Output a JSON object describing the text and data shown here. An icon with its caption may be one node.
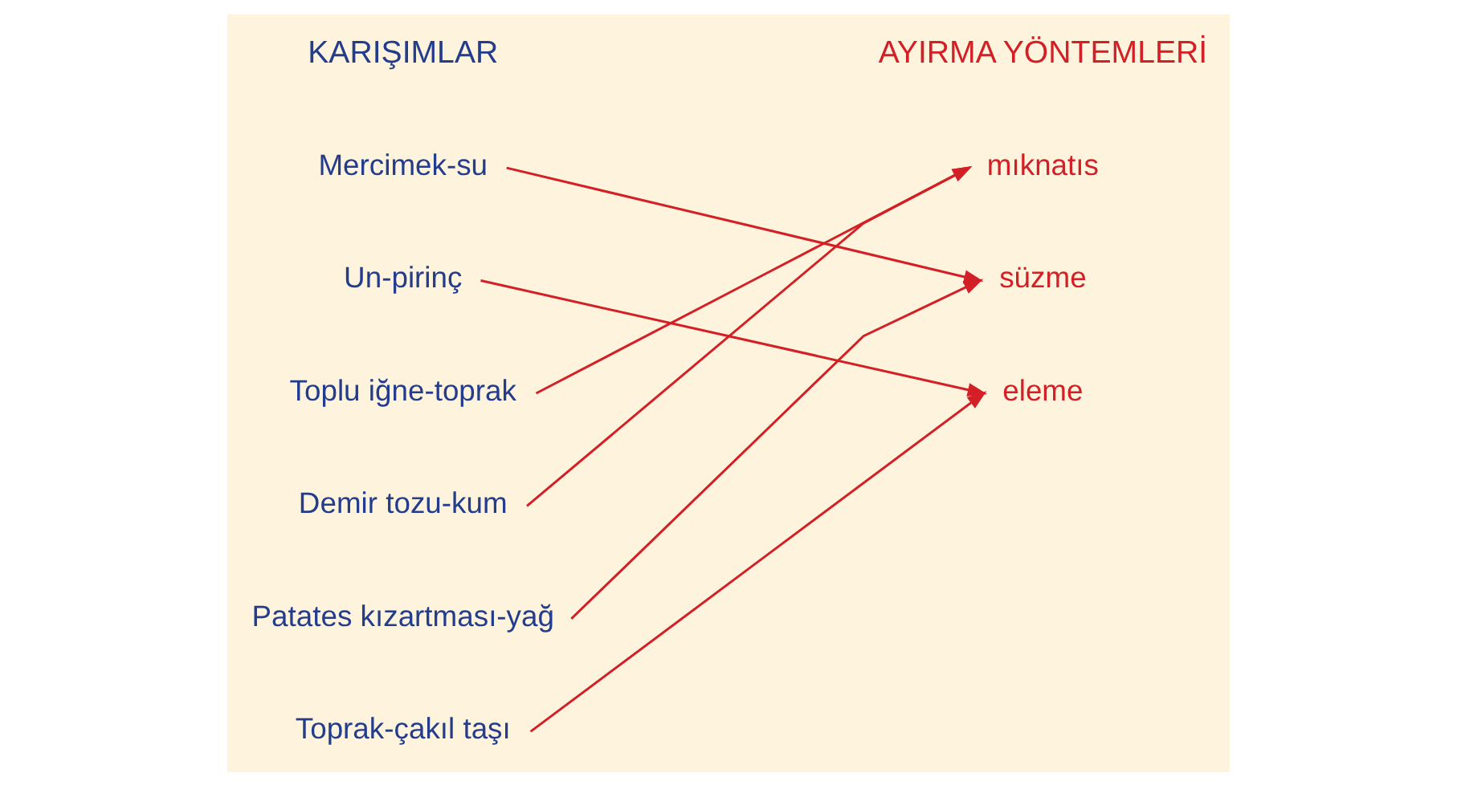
{
  "diagram": {
    "nodes": [
      {
        "text": [
          "Mercimek-su"
        ]
      },
      {
        "text": [
          "Un-pirinç"
        ]
      },
      {
        "text": [
          "Toplu iğne-toprak"
        ]
      },
      {
        "text": [
          "Demir tozu-kum"
        ]
      },
      {
        "text": [
          "Patates kızartması-yağ"
        ]
      },
      {
        "text": [
          "Toprak-çakıl taşı"
        ]
      },
      {
        "text": [
          "mıknatıs"
        ]
      },
      {
        "text": [
          "süzme"
        ]
      },
      {
        "text": [
          "eleme"
        ]
      }
    ],
    "edges": [
      {
        "from": 0,
        "to": 7,
        "arrow": "to"
      },
      {
        "from": 1,
        "to": 8,
        "arrow": "to"
      },
      {
        "from": 2,
        "to": 6,
        "arrow": "to"
      },
      {
        "from": 3,
        "to": 6,
        "arrow": "to"
      },
      {
        "from": 4,
        "to": 7,
        "arrow": "to"
      },
      {
        "from": 5,
        "to": 8,
        "arrow": "to"
      }
    ],
    "labels": [
      "KARIŞIMLAR",
      "AYIRMA YÖNTEMLERİ"
    ]
  }
}
